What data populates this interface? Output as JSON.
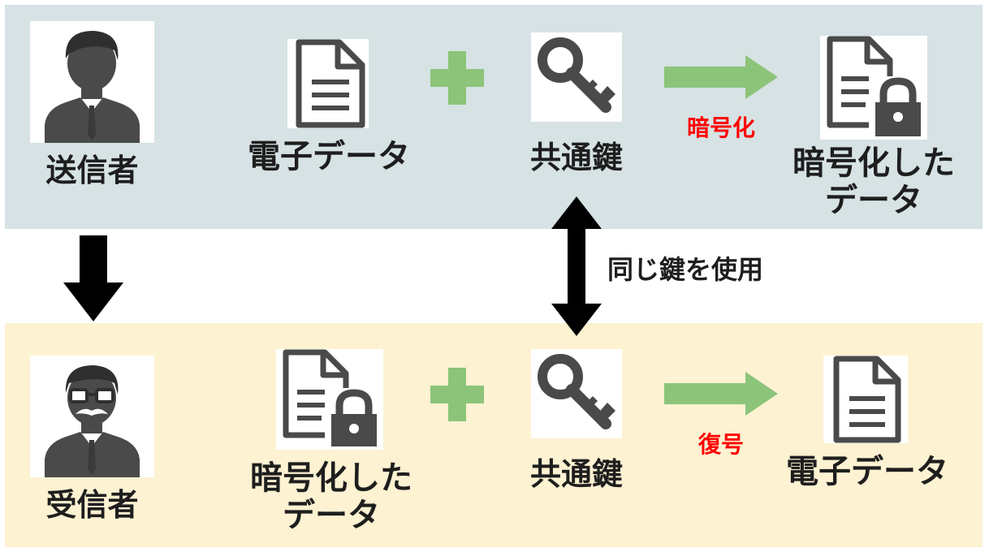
{
  "colors": {
    "top_band": "#d6e2e4",
    "bottom_band": "#fdf2d2",
    "plus": "#8cc47a",
    "arrow_green": "#8cc47a",
    "icon_dark": "#4a4a4a",
    "red_text": "#ff0000"
  },
  "sender": {
    "label": "送信者",
    "icon": "businessman-icon"
  },
  "receiver": {
    "label": "受信者",
    "icon": "mustache-man-icon"
  },
  "top_row": {
    "data_label": "電子データ",
    "key_label": "共通鍵",
    "action_label": "暗号化",
    "result_label": "暗号化したデータ"
  },
  "bottom_row": {
    "data_label": "暗号化したデータ",
    "key_label": "共通鍵",
    "action_label": "復号",
    "result_label": "電子データ"
  },
  "middle": {
    "same_key_label": "同じ鍵を使用"
  }
}
